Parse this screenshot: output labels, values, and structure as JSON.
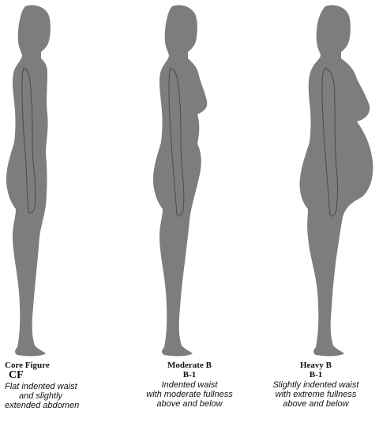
{
  "colors": {
    "silhouette": "#7d7d7d",
    "guide_line": "#4a4a4a",
    "background": "#ffffff"
  },
  "figures": [
    {
      "name": "Core Figure",
      "code": "CF",
      "description": [
        "Flat indented waist",
        "and slightly",
        "extended abdomen"
      ]
    },
    {
      "name": "Moderate B",
      "code": "B-1",
      "description": [
        "Indented waist",
        "with moderate fullness",
        "above and below"
      ]
    },
    {
      "name": "Heavy B",
      "code": "B-1",
      "description": [
        "Slightly indented waist",
        "with extreme fullness",
        "above and below"
      ]
    }
  ]
}
